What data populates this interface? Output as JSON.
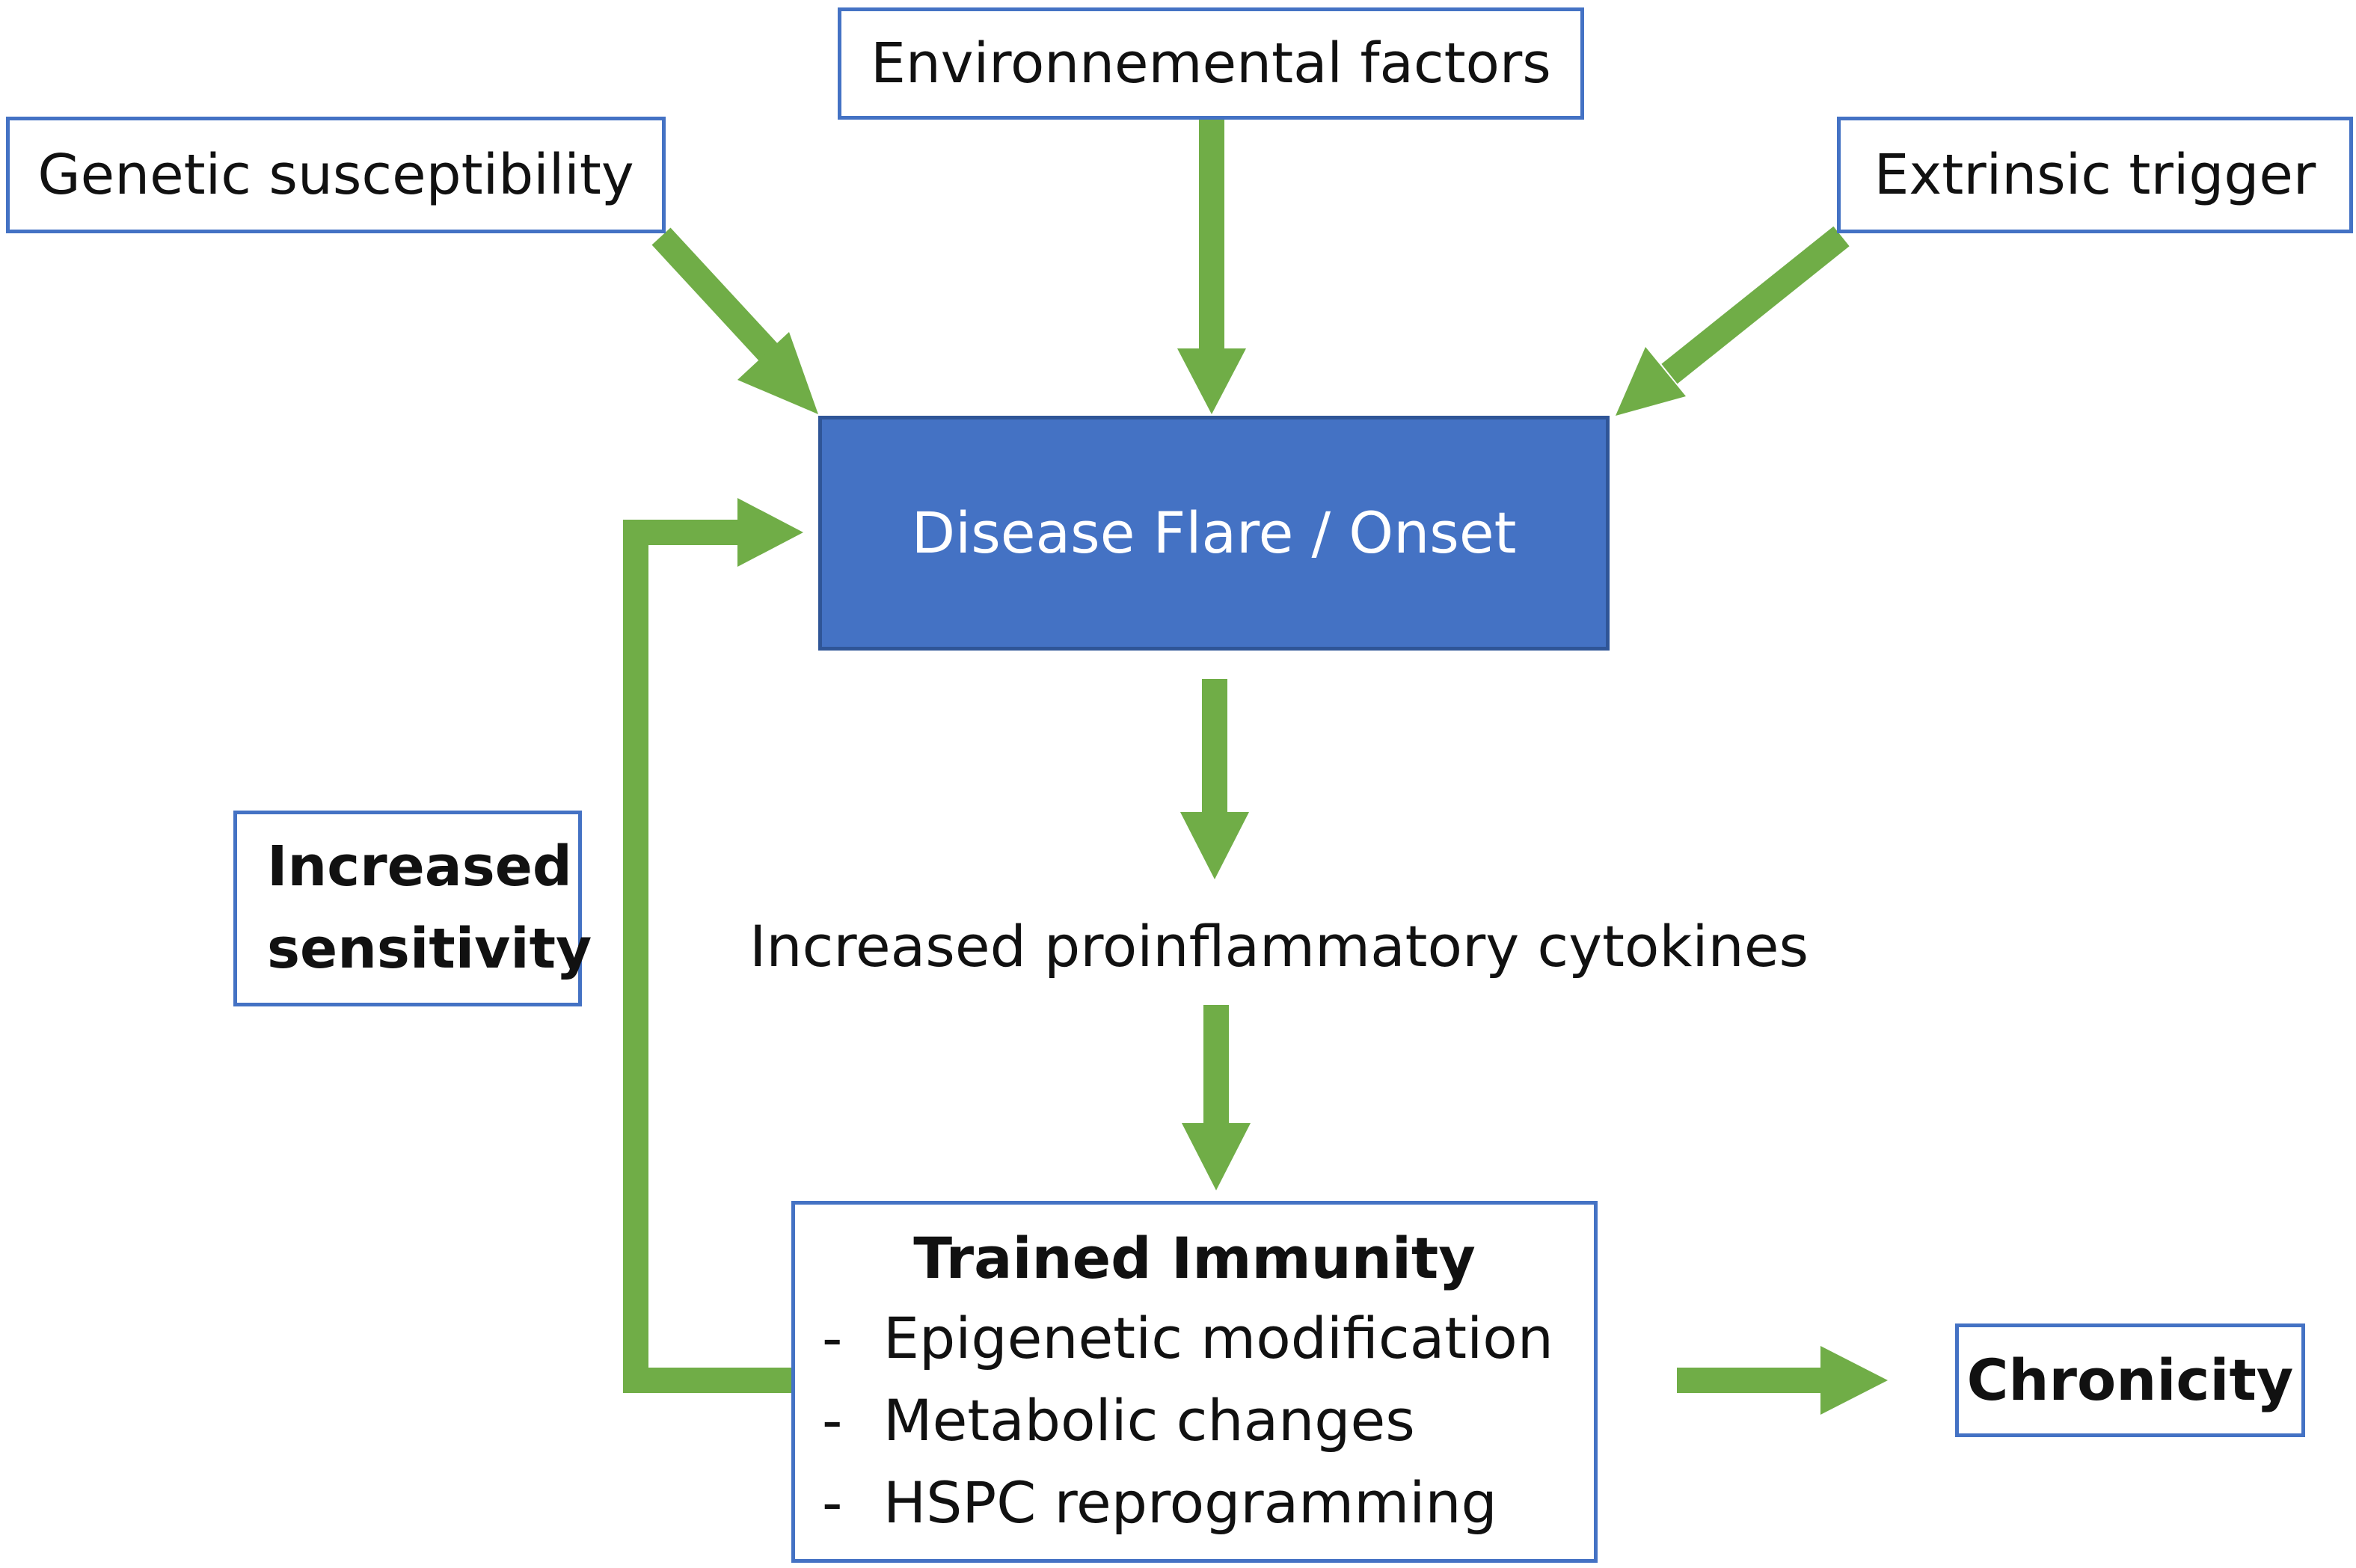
{
  "diagram": {
    "inputs": {
      "genetic": "Genetic susceptibility",
      "environmental": "Environnemental factors",
      "extrinsic": "Extrinsic trigger"
    },
    "center": "Disease Flare / Onset",
    "intermediate": "Increased proinflammatory cytokines",
    "feedback": {
      "line1": "Increased",
      "line2": "sensitivity"
    },
    "trained_immunity": {
      "title": "Trained Immunity",
      "items": [
        {
          "dash": "-",
          "text": "Epigenetic modification"
        },
        {
          "dash": "-",
          "text": "Metabolic changes"
        },
        {
          "dash": "-",
          "text": "HSPC reprogramming"
        }
      ]
    },
    "outcome": "Chronicity",
    "colors": {
      "arrow": "#70ad47",
      "box_border": "#4472c4",
      "center_fill": "#4472c4",
      "center_text": "#ffffff"
    }
  }
}
